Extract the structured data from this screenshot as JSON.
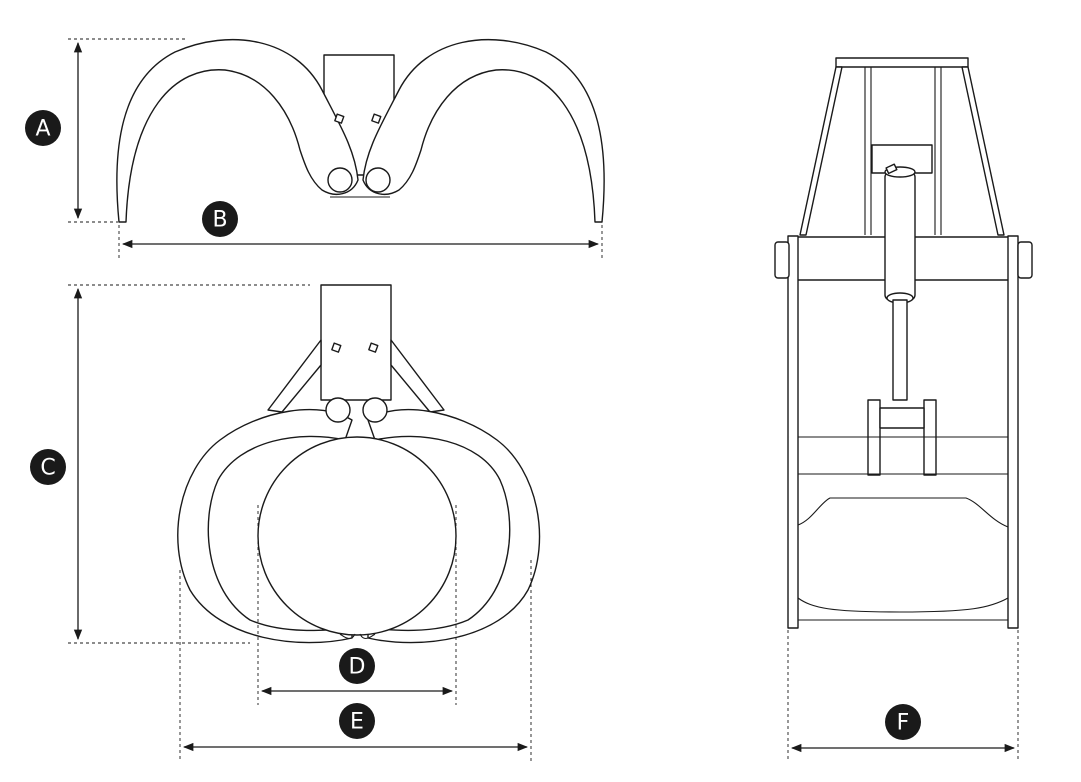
{
  "labels": {
    "A": "A",
    "B": "B",
    "C": "C",
    "D": "D",
    "E": "E",
    "F": "F"
  },
  "colors": {
    "line": "#1a1a1a",
    "background": "#ffffff",
    "badge_fill": "#1a1a1a",
    "badge_text": "#ffffff"
  }
}
